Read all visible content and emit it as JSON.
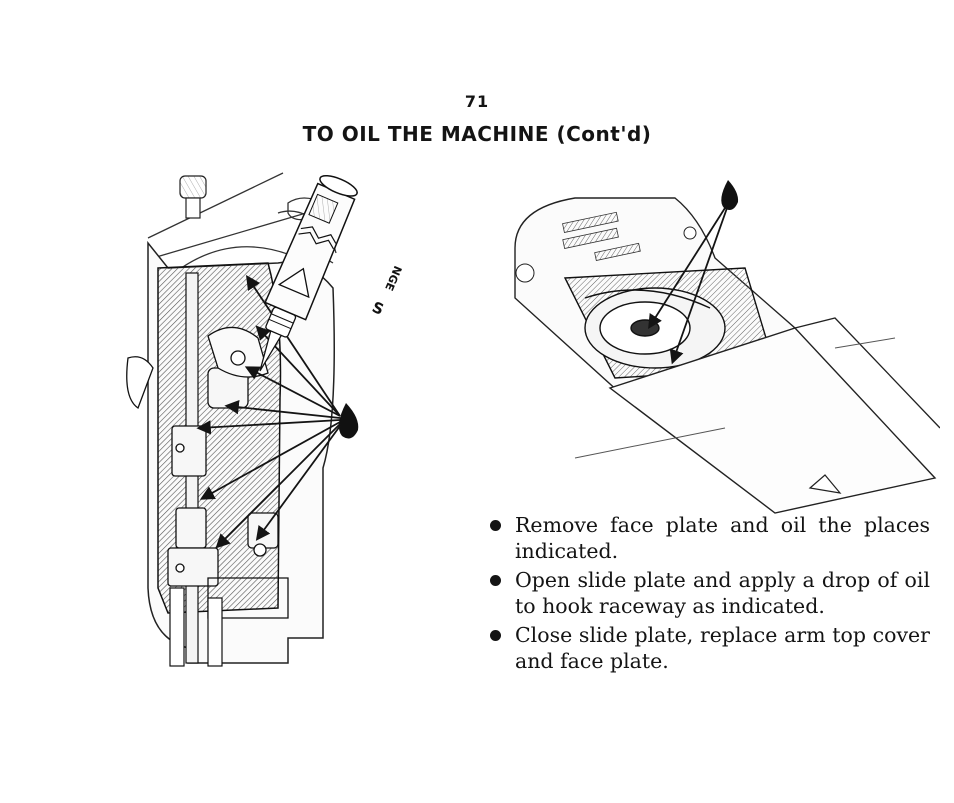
{
  "page": {
    "number": "71",
    "title": "TO OIL THE MACHINE (Cont'd)"
  },
  "illustration": {
    "oil_can_label": "S",
    "oil_can_brand": "NGE"
  },
  "instructions": [
    "Remove face plate and oil the places indicated.",
    "Open slide plate and apply a drop of oil to hook raceway as indicated.",
    "Close slide plate, replace arm top cover and face plate."
  ]
}
